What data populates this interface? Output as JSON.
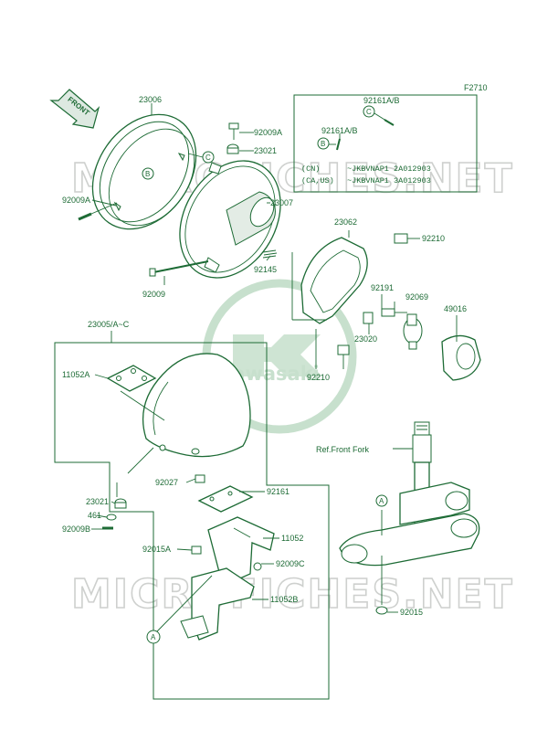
{
  "figure_code": "F2710",
  "front_arrow": "FRONT",
  "watermark": {
    "site_text": "MICROFICHES.NET",
    "brand_text": "Kawasaki"
  },
  "note_box": {
    "rows": [
      {
        "model": "(CN)",
        "range": "~JKBVNAP1 2A012903"
      },
      {
        "model": "(CA,US)",
        "range": "~JKBVNAP1 3A012903"
      }
    ]
  },
  "callouts": [
    "A",
    "B",
    "C"
  ],
  "parts": [
    "23006",
    "92009A",
    "92009A",
    "23021",
    "23007",
    "92161A/B",
    "92161A/B",
    "23062",
    "92210",
    "92191",
    "92069",
    "49016",
    "92145",
    "92009",
    "23020",
    "92210",
    "23005/A~C",
    "11052A",
    "92027",
    "92161",
    "23021",
    "461",
    "92009B",
    "92015A",
    "11052",
    "92009C",
    "11052B",
    "Ref.Front Fork",
    "92015"
  ]
}
